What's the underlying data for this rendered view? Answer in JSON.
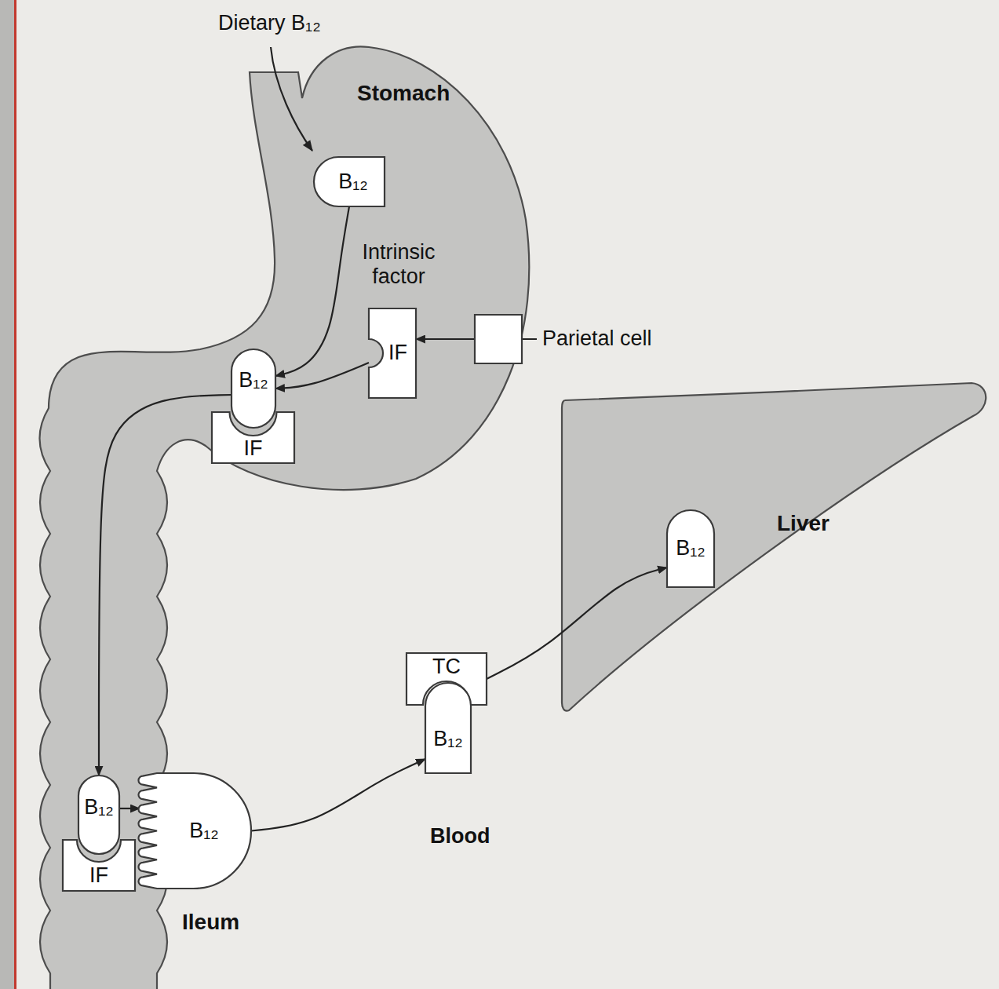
{
  "diagram": {
    "nodes": [
      {
        "text": [
          "Stomach"
        ]
      },
      {
        "text": [
          "B₁₂"
        ],
        "in": 0
      },
      {
        "text": [
          "IF"
        ],
        "in": 0
      },
      {
        "text": [
          "Parietal cell"
        ]
      },
      {
        "text": [
          "B₁₂"
        ],
        "in": 0
      },
      {
        "text": [
          "IF"
        ],
        "in": 0
      },
      {
        "text": [
          "Ileum"
        ]
      },
      {
        "text": [
          "B₁₂"
        ],
        "in": 6
      },
      {
        "text": [
          "IF"
        ],
        "in": 6
      },
      {
        "text": [
          "B₁₂"
        ],
        "in": 6
      },
      {
        "text": [
          "TC"
        ]
      },
      {
        "text": [
          "B₁₂"
        ]
      },
      {
        "text": [
          "Liver"
        ]
      },
      {
        "text": [
          "B₁₂"
        ],
        "in": 12
      }
    ],
    "edges": [
      {
        "from": 3,
        "to": 2,
        "arrow": "to"
      },
      {
        "from": 1,
        "to": 4,
        "arrow": "to"
      },
      {
        "from": 2,
        "to": 4,
        "arrow": "to"
      },
      {
        "from": 4,
        "to": 7,
        "arrow": "to"
      },
      {
        "from": 7,
        "to": 9,
        "arrow": "to"
      },
      {
        "from": 9,
        "to": 11,
        "arrow": "to"
      },
      {
        "from": 10,
        "to": 13,
        "arrow": "to"
      }
    ],
    "labels": [
      "Dietary B₁₂",
      "Intrinsic factor",
      "Blood"
    ]
  }
}
